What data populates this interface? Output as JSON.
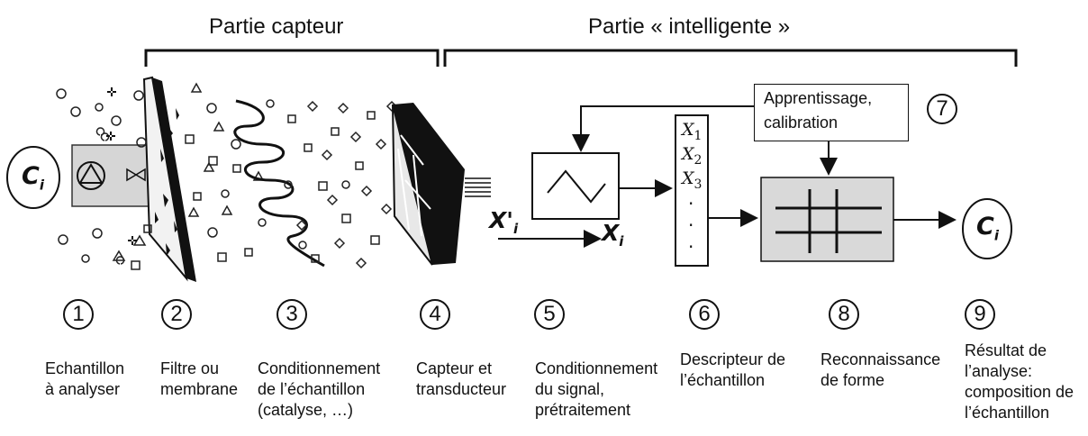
{
  "headers": {
    "sensor_part": "Partie capteur",
    "smart_part": "Partie « intelligente »"
  },
  "calibration_box": {
    "line1": "Apprentissage,",
    "line2": "calibration"
  },
  "symbols": {
    "ci_base": "C",
    "ci_sub": "i",
    "xprime": "X'",
    "xprime_sub": "i",
    "x": "X",
    "x_sub": "i",
    "descriptor_var": "X",
    "descriptor_subs": [
      "1",
      "2",
      "3"
    ],
    "dot": "·"
  },
  "steps": [
    {
      "num": "1",
      "lines": [
        "Echantillon",
        "à analyser"
      ]
    },
    {
      "num": "2",
      "lines": [
        "Filtre ou",
        "membrane"
      ]
    },
    {
      "num": "3",
      "lines": [
        "Conditionnement",
        "de l’échantillon",
        "(catalyse, …)"
      ]
    },
    {
      "num": "4",
      "lines": [
        "Capteur  et",
        "transducteur"
      ]
    },
    {
      "num": "5",
      "lines": [
        "Conditionnement",
        "du signal,",
        "prétraitement"
      ]
    },
    {
      "num": "6",
      "lines": [
        "Descripteur de",
        "l’échantillon"
      ]
    },
    {
      "num": "7",
      "lines": []
    },
    {
      "num": "8",
      "lines": [
        "Reconnaissance",
        "de forme"
      ]
    },
    {
      "num": "9",
      "lines": [
        "Résultat de",
        "l’analyse:",
        "composition de",
        "l’échantillon"
      ]
    }
  ]
}
